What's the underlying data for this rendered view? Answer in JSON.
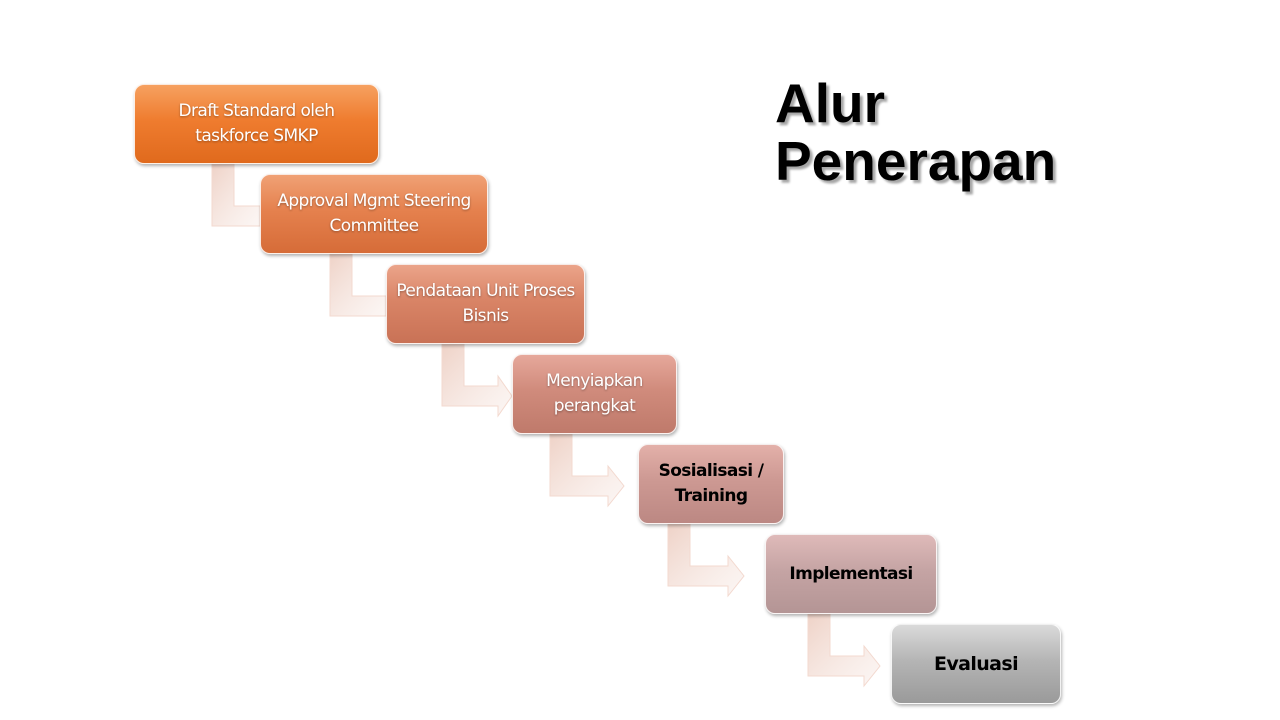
{
  "title": {
    "line1": "Alur",
    "line2": "Penerapan"
  },
  "steps": [
    {
      "label": "Draft Standard oleh taskforce SMKP"
    },
    {
      "label": "Approval Mgmt Steering Committee"
    },
    {
      "label": "Pendataan Unit Proses Bisnis"
    },
    {
      "label": "Menyiapkan perangkat"
    },
    {
      "label": "Sosialisasi / Training"
    },
    {
      "label": "Implementasi"
    },
    {
      "label": "Evaluasi"
    }
  ]
}
